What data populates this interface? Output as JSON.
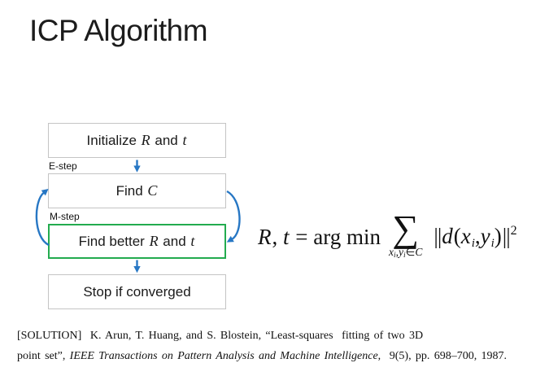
{
  "title": "ICP Algorithm",
  "flowchart": {
    "e_step_label": "E-step",
    "m_step_label": "M-step",
    "boxes": [
      {
        "id": "initialize",
        "tokens": [
          {
            "t": "Initialize ",
            "f": "sans"
          },
          {
            "t": "R",
            "f": "mathit"
          },
          {
            "t": " and ",
            "f": "sans"
          },
          {
            "t": "t",
            "f": "mathit"
          }
        ]
      },
      {
        "id": "find-c",
        "tokens": [
          {
            "t": "Find ",
            "f": "sans"
          },
          {
            "t": "C",
            "f": "mathit"
          }
        ]
      },
      {
        "id": "find-better",
        "tokens": [
          {
            "t": "Find better ",
            "f": "sans"
          },
          {
            "t": "R",
            "f": "mathit"
          },
          {
            "t": " and ",
            "f": "sans"
          },
          {
            "t": "t",
            "f": "mathit"
          }
        ]
      },
      {
        "id": "stop",
        "tokens": [
          {
            "t": "Stop if converged",
            "f": "sans"
          }
        ]
      }
    ]
  },
  "formula": {
    "lhs": [
      {
        "t": "R",
        "f": "mi"
      },
      {
        "t": ", ",
        "f": "mr"
      },
      {
        "t": "t",
        "f": "mi"
      },
      {
        "t": " = arg min",
        "f": "mr"
      }
    ],
    "sigma": "∑",
    "sigma_sub": [
      {
        "t": "x",
        "f": "smi"
      },
      {
        "t": "i",
        "f": "ssub"
      },
      {
        "t": ",",
        "f": "smr"
      },
      {
        "t": "y",
        "f": "smi"
      },
      {
        "t": "i",
        "f": "ssub"
      },
      {
        "t": "∈",
        "f": "smr"
      },
      {
        "t": "C",
        "f": "smi"
      }
    ],
    "rhs": [
      {
        "t": "||",
        "f": "pipes"
      },
      {
        "t": "d",
        "f": "mi"
      },
      {
        "t": "(",
        "f": "mr"
      },
      {
        "t": "x",
        "f": "mi"
      },
      {
        "t": "i",
        "f": "sub"
      },
      {
        "t": ",",
        "f": "mr"
      },
      {
        "t": "y",
        "f": "mi"
      },
      {
        "t": "i",
        "f": "sub"
      },
      {
        "t": ")",
        "f": "mr"
      },
      {
        "t": "||",
        "f": "pipes"
      },
      {
        "t": "2",
        "f": "sup"
      }
    ]
  },
  "citation": {
    "line1": [
      {
        "t": "[SOLUTION]  K. Arun, T. Huang, and S. Blostein, “Least-squares  fitting of two 3D",
        "f": "serif"
      }
    ],
    "line2": [
      {
        "t": "point set”, ",
        "f": "serif"
      },
      {
        "t": "IEEE Transactions on Pattern Analysis and Machine Intelligence",
        "f": "serif-italic"
      },
      {
        "t": ",  9(5), pp. 698–700, 1987.",
        "f": "serif"
      }
    ]
  },
  "colors": {
    "arrow_blue": "#2777C4",
    "box_border_gray": "#C4C4C4",
    "highlight_green": "#23AB4F",
    "text": "#1A1A1A"
  }
}
